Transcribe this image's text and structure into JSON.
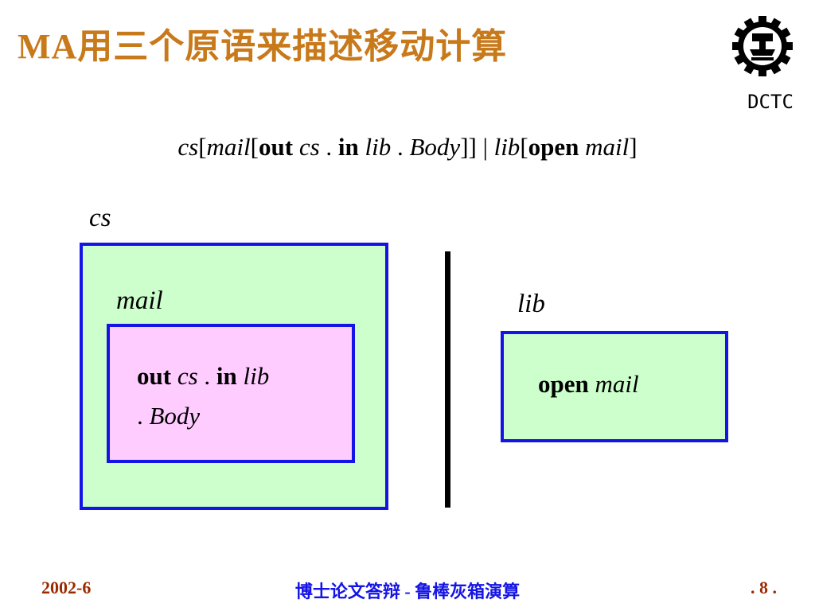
{
  "slide": {
    "title": "MA用三个原语来描述移动计算",
    "logo_text": "DCTC",
    "formula": {
      "cs1": "cs",
      "br1": "[",
      "mail1": "mail",
      "br2": "[",
      "out": "out",
      "cs2": "cs",
      "dot1": ".",
      "in": "in",
      "lib1": "lib",
      "dot2": ".",
      "body": "Body",
      "close1": "]]",
      "par": "|",
      "lib2": "lib",
      "br3": "[",
      "open": "open",
      "mail2": "mail",
      "close2": "]"
    },
    "diagram": {
      "cs_label": "cs",
      "mail_label": "mail",
      "lib_label": "lib",
      "mail_body": {
        "out": "out",
        "cs": "cs",
        "dot1": ".",
        "in": "in",
        "lib": "lib",
        "dot2": ".",
        "body": "Body"
      },
      "lib_body": {
        "open": "open",
        "mail": "mail"
      }
    },
    "footer": {
      "date": "2002-6",
      "center": "博士论文答辩 - 鲁棒灰箱演算",
      "page": ". 8 ."
    }
  },
  "colors": {
    "title": "#c8791a",
    "box_border": "#1414e6",
    "green_fill": "#ccffcc",
    "pink_fill": "#ffccff",
    "footer_side": "#9c2a00",
    "footer_center": "#1414e6"
  },
  "icons": {
    "logo": "gear-emblem-icon"
  }
}
